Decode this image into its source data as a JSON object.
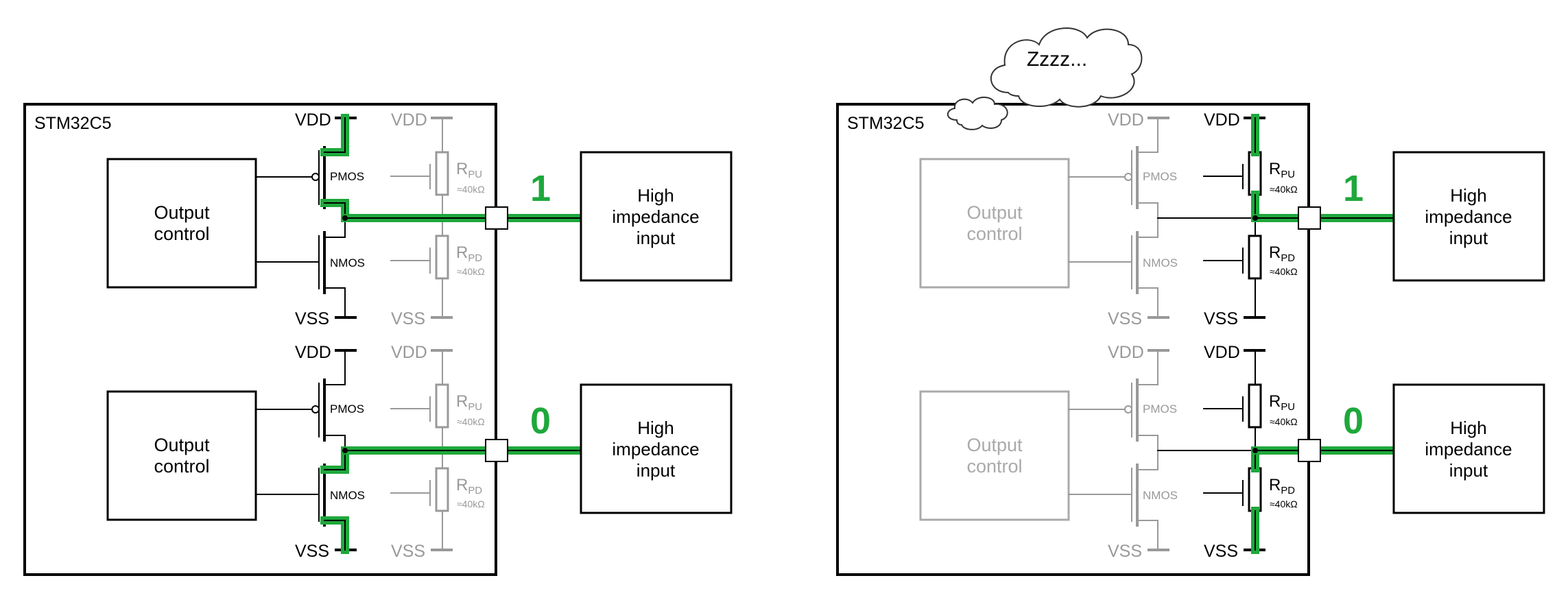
{
  "colors": {
    "active": "#1ea83c",
    "active_dark": "#000000",
    "dim": "#999999",
    "ink": "#000000",
    "bg": "#ffffff"
  },
  "left": {
    "chip_label": "STM32C5",
    "upper": {
      "vdd": "VDD",
      "vss": "VSS",
      "vdd_dim": "VDD",
      "vss_dim": "VSS",
      "pmos": "PMOS",
      "nmos": "NMOS",
      "ctrl_line1": "Output",
      "ctrl_line2": "control",
      "rpu_main": "R",
      "rpu_sub": "PU",
      "rpd_main": "R",
      "rpd_sub": "PD",
      "res_value_pu": "≈40kΩ",
      "res_value_pd": "≈40kΩ",
      "logic_level": "1",
      "ext_line1": "High",
      "ext_line2": "impedance",
      "ext_line3": "input"
    },
    "lower": {
      "vdd": "VDD",
      "vss": "VSS",
      "vdd_dim": "VDD",
      "vss_dim": "VSS",
      "pmos": "PMOS",
      "nmos": "NMOS",
      "ctrl_line1": "Output",
      "ctrl_line2": "control",
      "rpu_main": "R",
      "rpu_sub": "PU",
      "rpd_main": "R",
      "rpd_sub": "PD",
      "res_value_pu": "≈40kΩ",
      "res_value_pd": "≈40kΩ",
      "logic_level": "0",
      "ext_line1": "High",
      "ext_line2": "impedance",
      "ext_line3": "input"
    }
  },
  "right": {
    "chip_label": "STM32C5",
    "sleep_text": "Zzzz...",
    "upper": {
      "vdd": "VDD",
      "vss": "VSS",
      "vdd_dim": "VDD",
      "vss_dim": "VSS",
      "pmos": "PMOS",
      "nmos": "NMOS",
      "ctrl_line1": "Output",
      "ctrl_line2": "control",
      "rpu_main": "R",
      "rpu_sub": "PU",
      "rpd_main": "R",
      "rpd_sub": "PD",
      "res_value_pu": "≈40kΩ",
      "res_value_pd": "≈40kΩ",
      "logic_level": "1",
      "ext_line1": "High",
      "ext_line2": "impedance",
      "ext_line3": "input"
    },
    "lower": {
      "vdd": "VDD",
      "vss": "VSS",
      "vdd_dim": "VDD",
      "vss_dim": "VSS",
      "pmos": "PMOS",
      "nmos": "NMOS",
      "ctrl_line1": "Output",
      "ctrl_line2": "control",
      "rpu_main": "R",
      "rpu_sub": "PU",
      "rpd_main": "R",
      "rpd_sub": "PD",
      "res_value_pu": "≈40kΩ",
      "res_value_pd": "≈40kΩ",
      "logic_level": "0",
      "ext_line1": "High",
      "ext_line2": "impedance",
      "ext_line3": "input"
    }
  }
}
